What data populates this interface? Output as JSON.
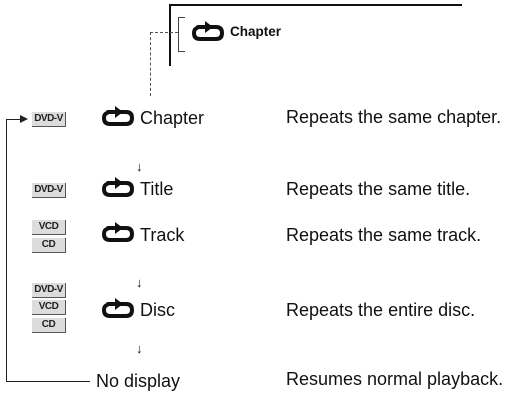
{
  "screen": {
    "label": "Chapter",
    "icon": "repeat-icon"
  },
  "badges": {
    "dvd": "DVD-V",
    "vcd": "VCD",
    "cd": "CD"
  },
  "rows": [
    {
      "label": "Chapter",
      "description": "Repeats the same chapter.",
      "icon": "repeat-icon"
    },
    {
      "label": "Title",
      "description": "Repeats the same title.",
      "icon": "repeat-icon"
    },
    {
      "label": "Track",
      "description": "Repeats the same track.",
      "icon": "repeat-icon"
    },
    {
      "label": "Disc",
      "description": "Repeats the entire disc.",
      "icon": "repeat-icon"
    },
    {
      "label": "No display",
      "description": "Resumes normal playback."
    }
  ],
  "arrow_glyph": "↓"
}
